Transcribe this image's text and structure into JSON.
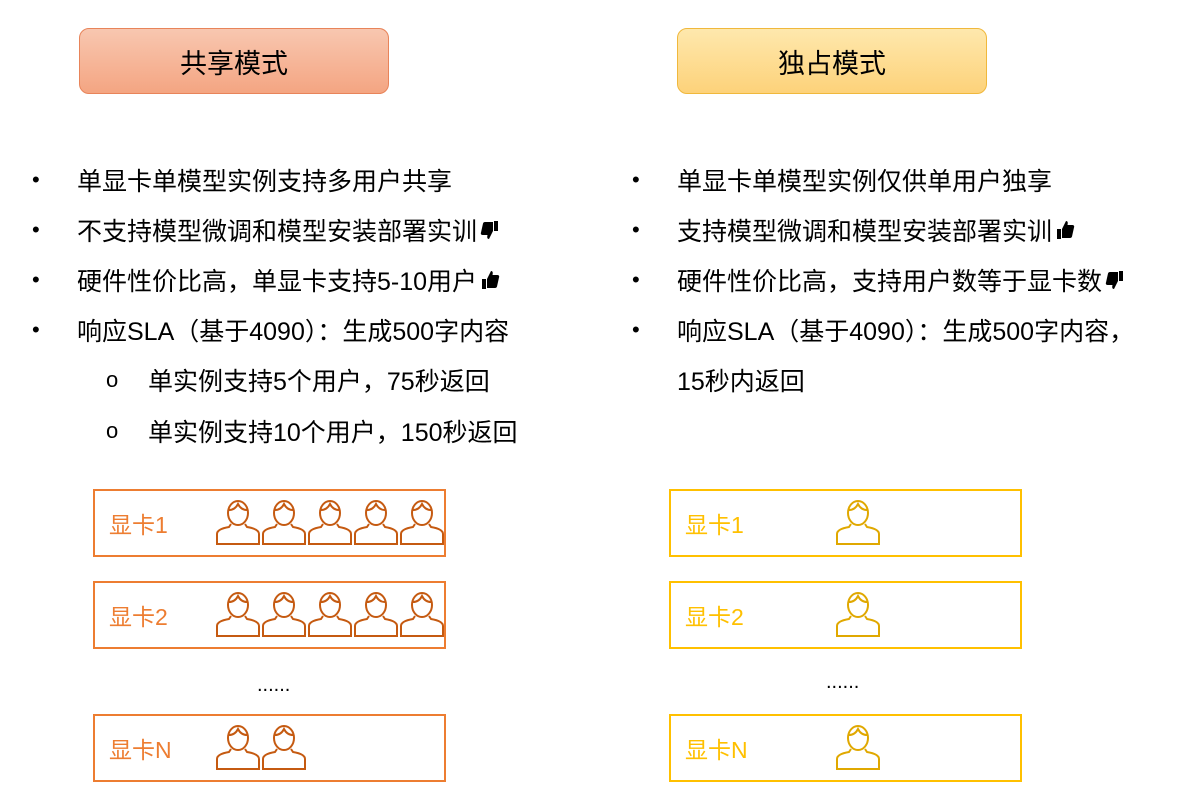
{
  "shared": {
    "title": "共享模式",
    "bullets": [
      "单显卡单模型实例支持多用户共享",
      "不支持模型微调和模型安装部署实训",
      "硬件性价比高，单显卡支持5-10用户",
      "响应SLA（基于4090）：生成500字内容"
    ],
    "bullet_icons": [
      "",
      "thumbs-down",
      "thumbs-up",
      ""
    ],
    "sub_bullets": [
      "单实例支持5个用户，75秒返回",
      "单实例支持10个用户，150秒返回"
    ],
    "gpus": [
      {
        "label": "显卡1",
        "users": 5
      },
      {
        "label": "显卡2",
        "users": 5
      },
      {
        "label": "显卡N",
        "users": 2
      }
    ],
    "ellipsis": "......",
    "color": "#ed7d31",
    "icon_color": "#c55a11"
  },
  "exclusive": {
    "title": "独占模式",
    "bullets": [
      "单显卡单模型实例仅供单用户独享",
      "支持模型微调和模型安装部署实训",
      "硬件性价比高，支持用户数等于显卡数",
      "响应SLA（基于4090）：生成500字内容，"
    ],
    "bullet_icons": [
      "",
      "thumbs-up",
      "thumbs-down",
      ""
    ],
    "continuation": "15秒内返回",
    "gpus": [
      {
        "label": "显卡1",
        "users": 1
      },
      {
        "label": "显卡2",
        "users": 1
      },
      {
        "label": "显卡N",
        "users": 1
      }
    ],
    "ellipsis": "......",
    "color": "#ffc000",
    "icon_color": "#e0a800"
  }
}
